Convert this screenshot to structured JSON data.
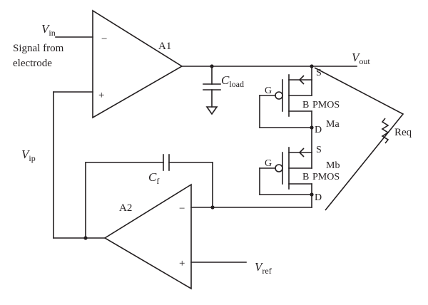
{
  "labels": {
    "vin_main": "V",
    "vin_sub": "in",
    "signal_line1": "Signal from",
    "signal_line2": "electrode",
    "a1": "A1",
    "a2": "A2",
    "vout_main": "V",
    "vout_sub": "out",
    "cload_main": "C",
    "cload_sub": "load",
    "cf_main": "C",
    "cf_sub": "f",
    "vip_main": "V",
    "vip_sub": "ip",
    "vref_main": "V",
    "vref_sub": "ref",
    "req": "Req",
    "ma": "Ma",
    "mb": "Mb",
    "pmos_a": "PMOS",
    "pmos_b": "PMOS",
    "s_a": "S",
    "s_b": "S",
    "g_a": "G",
    "g_b": "G",
    "b_a": "B",
    "b_b": "B",
    "d_a": "D",
    "d_b": "D",
    "minus": "−",
    "plus": "+"
  }
}
